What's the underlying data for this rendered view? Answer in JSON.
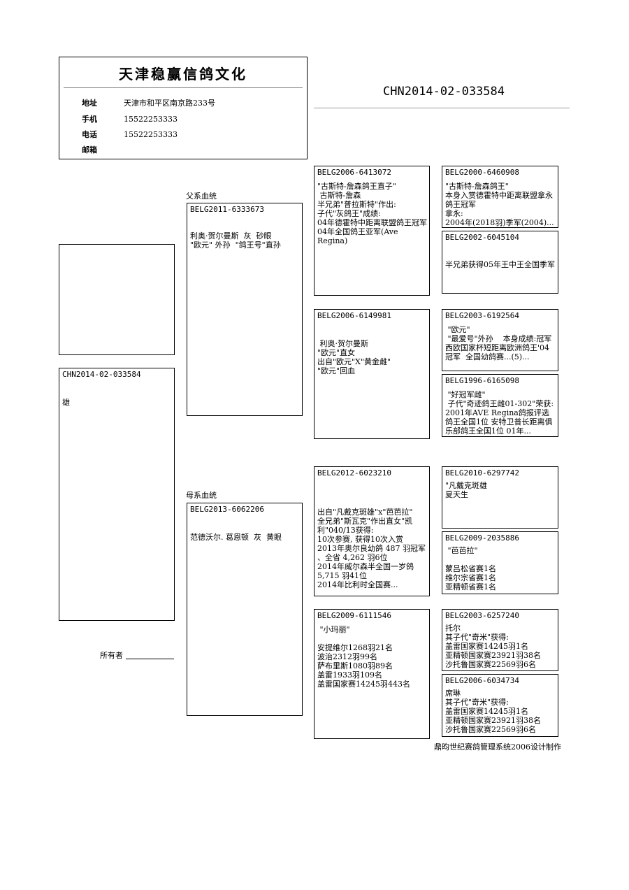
{
  "header": {
    "club_name": "天津稳赢信鸽文化",
    "contact_rows": [
      {
        "label": "地址",
        "value": "天津市和平区南京路233号"
      },
      {
        "label": "手机",
        "value": "15522253333"
      },
      {
        "label": "电话",
        "value": "15522253333"
      },
      {
        "label": "邮箱",
        "value": ""
      }
    ]
  },
  "subject": {
    "ring_title": "CHN2014-02-033584",
    "ring": "CHN2014-02-033584",
    "sex": "雄",
    "owner_label": "所有者"
  },
  "labels": {
    "sire_line": "父系血统",
    "dam_line": "母系血统"
  },
  "sire": {
    "ring": "BELG2011-6333673",
    "text": "利奥·贺尔曼斯  灰  砂眼\n\"欧元\" 外孙  \"鸽王号\"直孙"
  },
  "dam": {
    "ring": "BELG2013-6062206",
    "text": "范德沃尔. 葛恩顿  灰  黄眼"
  },
  "sire_sire": {
    "ring": "BELG2006-6413072",
    "text": "\"古斯特-詹森鸽王直子\"\n 古斯特-詹森\n半兄弟\"普拉斯特\"作出:\n子代\"灰鸽王\"成绩:\n04年德霍特中距离联盟鸽王冠军\n04年全国鸽王亚军(Ave Regina)"
  },
  "sire_dam": {
    "ring": "BELG2006-6149981",
    "text": " 利奥·贺尔曼斯\n\"欧元\"直女\n出自\"欧元\"X\"黄金雌\"\n\"欧元\"回血"
  },
  "dam_sire": {
    "ring": "BELG2012-6023210",
    "text": "出自\"凡戴克斑雄\"x\"芭芭拉\"\n全兄弟\"斯瓦克\"作出直女\"凯利\"040/13获得:\n10次参赛, 获得10次入赏\n2013年奥尔良幼鸽 487 羽冠军 、全省 4,262 羽6位\n2014年威尔森半全国一岁鸽5,715 羽41位\n2014年比利时全国赛..."
  },
  "dam_dam": {
    "ring": "BELG2009-6111546",
    "text": " \"小玛丽\"\n\n安提维尔1268羽21名\n波治2312羽99名\n萨布里斯1080羽89名\n盖雷1933羽109名\n盖雷国家赛14245羽443名"
  },
  "ggp": [
    {
      "ring": "BELG2000-6460908",
      "text": "\"古斯特-詹森鸽王\"\n本身入赏德霍特中距离联盟拿永鸽王冠军\n拿永:\n2004年(2018羽)季军(2004)..."
    },
    {
      "ring": "BELG2002-6045104",
      "text": "\n半兄弟获得05年王中王全国季军"
    },
    {
      "ring": "BELG2003-6192564",
      "text": " \"欧元\"\n \"最爱号\"外孙    本身成绩:冠军  西欧国家杯短距离欧洲鸽王'04   冠军  全国幼鸽赛...(5)..."
    },
    {
      "ring": "BELG1996-6165098",
      "text": " \"好冠军雌\"\n 子代\"奇迹鸽王雌01-302\"荣获: 2001年AVE Regina鸽报评选鸽王全国1位 安特卫普长距离俱乐部鸽王全国1位 01年..."
    },
    {
      "ring": "BELG2010-6297742",
      "text": "\"凡戴克斑雄\n夏天生"
    },
    {
      "ring": "BELG2009-2035886",
      "text": " \"芭芭拉\"\n\n蒙吕松省赛1名\n维尔宗省赛1名\n亚精顿省赛1名"
    },
    {
      "ring": "BELG2003-6257240",
      "text": "托尔\n其子代\"奇米\"获得:\n盖雷国家赛14245羽1名\n亚精顿国家赛23921羽38名\n沙托鲁国家赛22569羽6名"
    },
    {
      "ring": "BELG2006-6034734",
      "text": "席琳\n其子代\"奇米\"获得:\n盖雷国家赛14245羽1名\n亚精顿国家赛23921羽38名\n沙托鲁国家赛22569羽6名"
    }
  ],
  "footer": "鼎昀世纪赛鸽管理系统2006设计制作"
}
